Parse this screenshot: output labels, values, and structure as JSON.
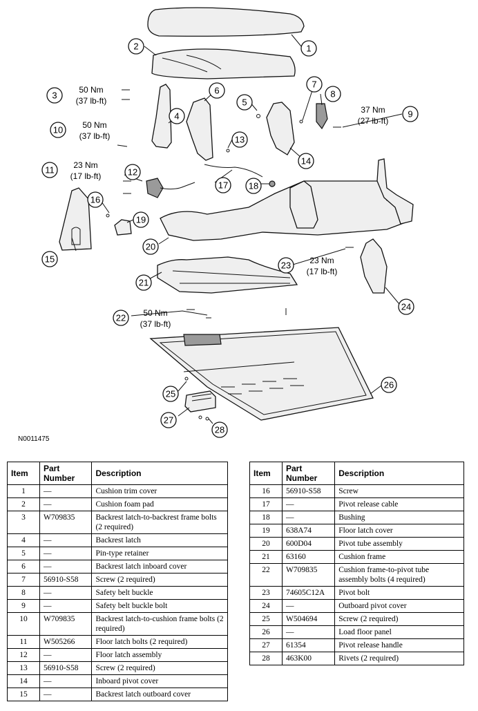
{
  "figure_id": "N0011475",
  "torque_labels": {
    "t3": [
      "50 Nm",
      "(37 lb-ft)"
    ],
    "t9": [
      "37 Nm",
      "(27 lb-ft)"
    ],
    "t10": [
      "50 Nm",
      "(37 lb-ft)"
    ],
    "t11": [
      "23 Nm",
      "(17 lb-ft)"
    ],
    "t22": [
      "50 Nm",
      "(37 lb-ft)"
    ],
    "t23": [
      "23 Nm",
      "(17 lb-ft)"
    ]
  },
  "callouts": [
    "1",
    "2",
    "3",
    "4",
    "5",
    "6",
    "7",
    "8",
    "9",
    "10",
    "11",
    "12",
    "13",
    "14",
    "15",
    "16",
    "17",
    "18",
    "19",
    "20",
    "21",
    "22",
    "23",
    "24",
    "25",
    "26",
    "27",
    "28"
  ],
  "headers": [
    "Item",
    "Part Number",
    "Description"
  ],
  "left_rows": [
    [
      "1",
      "—",
      "Cushion trim cover"
    ],
    [
      "2",
      "—",
      "Cushion foam pad"
    ],
    [
      "3",
      "W709835",
      "Backrest latch-to-backrest frame bolts (2 required)"
    ],
    [
      "4",
      "—",
      "Backrest latch"
    ],
    [
      "5",
      "—",
      "Pin-type retainer"
    ],
    [
      "6",
      "—",
      "Backrest latch inboard cover"
    ],
    [
      "7",
      "56910-S58",
      "Screw (2 required)"
    ],
    [
      "8",
      "—",
      "Safety belt buckle"
    ],
    [
      "9",
      "—",
      "Safety belt buckle bolt"
    ],
    [
      "10",
      "W709835",
      "Backrest latch-to-cushion frame bolts (2 required)"
    ],
    [
      "11",
      "W505266",
      "Floor latch bolts (2 required)"
    ],
    [
      "12",
      "—",
      "Floor latch assembly"
    ],
    [
      "13",
      "56910-S58",
      "Screw (2 required)"
    ],
    [
      "14",
      "—",
      "Inboard pivot cover"
    ],
    [
      "15",
      "—",
      "Backrest latch outboard cover"
    ]
  ],
  "right_rows": [
    [
      "16",
      "56910-S58",
      "Screw"
    ],
    [
      "17",
      "—",
      "Pivot release cable"
    ],
    [
      "18",
      "—",
      "Bushing"
    ],
    [
      "19",
      "638A74",
      "Floor latch cover"
    ],
    [
      "20",
      "600D04",
      "Pivot tube assembly"
    ],
    [
      "21",
      "63160",
      "Cushion frame"
    ],
    [
      "22",
      "W709835",
      "Cushion frame-to-pivot tube assembly bolts (4 required)"
    ],
    [
      "23",
      "74605C12A",
      "Pivot bolt"
    ],
    [
      "24",
      "—",
      "Outboard pivot cover"
    ],
    [
      "25",
      "W504694",
      "Screw (2 required)"
    ],
    [
      "26",
      "—",
      "Load floor panel"
    ],
    [
      "27",
      "61354",
      "Pivot release handle"
    ],
    [
      "28",
      "463K00",
      "Rivets (2 required)"
    ]
  ]
}
